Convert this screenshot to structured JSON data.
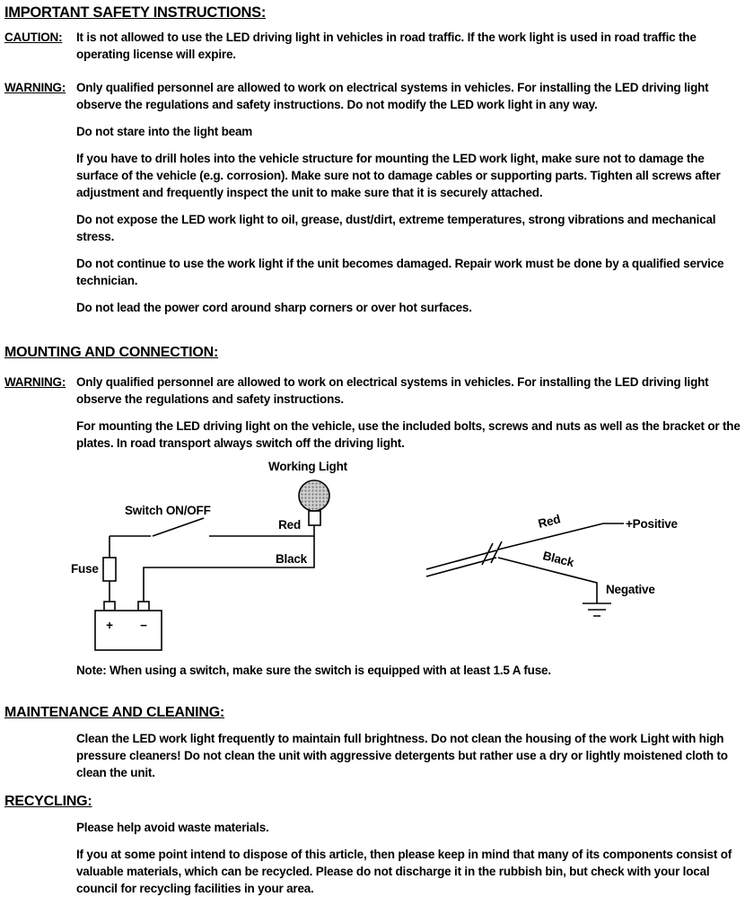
{
  "page": {
    "safety": {
      "heading": "IMPORTANT SAFETY INSTRUCTIONS:",
      "caution_label": "CAUTION:",
      "caution_text": "It is not allowed to use the LED driving light in vehicles in road traffic. If the work light is used in road traffic the operating license will expire.",
      "warning_label": "WARNING:",
      "warning_text": "Only qualified personnel are allowed to work on electrical systems in vehicles. For installing the LED driving light observe the regulations and safety instructions. Do not modify the LED work light in any way.",
      "paragraphs": [
        "Do not stare into the light beam",
        "If you have to drill holes into the vehicle structure for mounting the LED work light, make sure not to damage the surface of the vehicle (e.g. corrosion). Make sure not to damage cables or supporting parts. Tighten all screws after adjustment and frequently inspect the unit to make sure that it is securely attached.",
        "Do not expose the LED work light to oil, grease, dust/dirt, extreme temperatures, strong vibrations and mechanical stress.",
        "Do not continue to use the work light if the unit becomes damaged. Repair work must be done by a qualified service technician.",
        "Do not lead the power cord around sharp corners or over hot surfaces."
      ]
    },
    "mounting": {
      "heading": "MOUNTING AND CONNECTION:",
      "warning_label": "WARNING:",
      "warning_text": "Only qualified personnel are allowed to work on electrical systems in vehicles. For installing the LED driving light observe the regulations and safety instructions.",
      "mounting_text": "For mounting the LED driving light on the vehicle, use the included bolts, screws and nuts as well as the bracket or the plates. In road transport always switch off the driving light.",
      "note": "Note: When using a switch, make sure the switch is equipped with at least 1.5 A fuse."
    },
    "diagram": {
      "working_light": "Working Light",
      "switch_label": "Switch ON/OFF",
      "red": "Red",
      "black": "Black",
      "fuse": "Fuse",
      "plus": "+",
      "minus": "−",
      "positive": "+Positive",
      "negative": "Negative"
    },
    "maintenance": {
      "heading": "MAINTENANCE AND CLEANING:",
      "text": "Clean the LED work light frequently to maintain full brightness. Do not clean the housing of the work Light with high pressure cleaners! Do not clean the unit with aggressive detergents but rather use a dry or lightly moistened cloth to clean the unit."
    },
    "recycling": {
      "heading": "RECYCLING:",
      "p1": "Please help avoid waste materials.",
      "p2": "If you at some point intend to dispose of this article, then please keep in mind that many of its components consist of valuable materials, which can be recycled. Please do not discharge it in the rubbish bin, but check with your local council for recycling facilities in your area."
    }
  }
}
